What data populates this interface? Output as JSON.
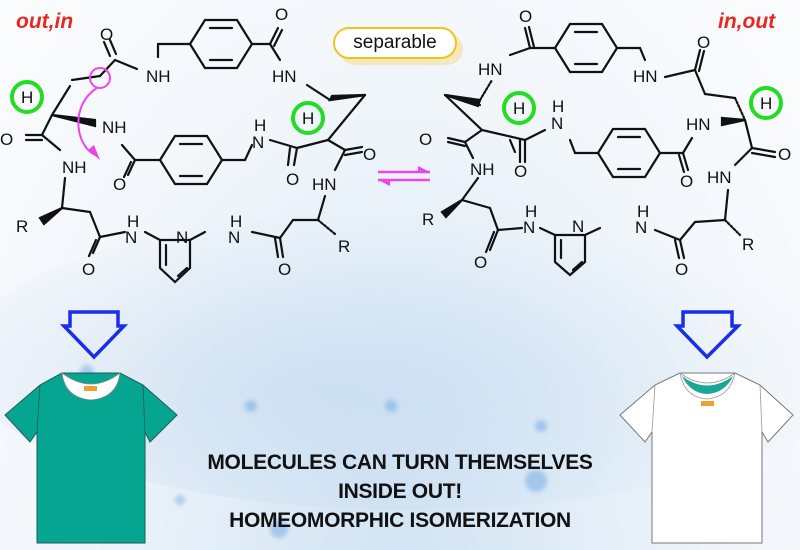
{
  "labels": {
    "left_isomer": "out,in",
    "right_isomer": "in,out",
    "separable": "separable"
  },
  "caption": {
    "line1": "MOLECULES CAN TURN THEMSELVES",
    "line2": "INSIDE OUT!",
    "line3": "HOMEOMORPHIC ISOMERIZATION"
  },
  "atoms": {
    "O": "O",
    "NH": "NH",
    "HN": "HN",
    "H": "H",
    "N": "N",
    "R": "R"
  },
  "colors": {
    "isomer_label": "#e8281c",
    "highlight_circle": "#22dd22",
    "arrow_magenta": "#ee44ee",
    "down_arrow_blue": "#1a2ee8",
    "shirt_teal": "#06a592",
    "shirt_white": "#ffffff",
    "tag_orange": "#f0a030",
    "separable_border": "#f0c419"
  },
  "figures": {
    "left_shirt": "teal t-shirt (right side out)",
    "right_shirt": "white t-shirt (inside out)"
  }
}
